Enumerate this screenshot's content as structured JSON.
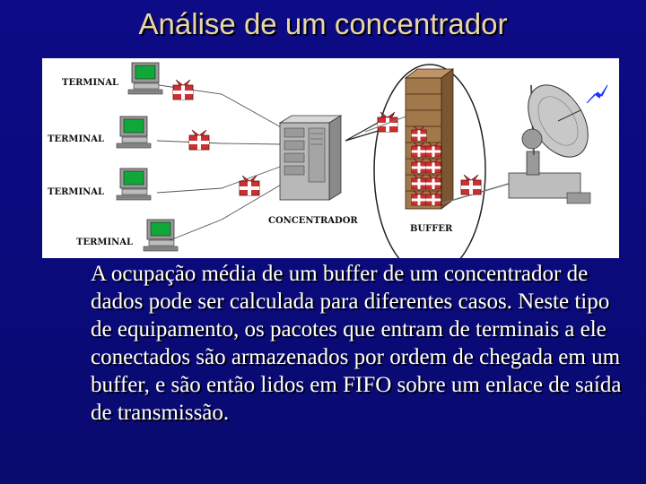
{
  "slide": {
    "title": "Análise de um concentrador",
    "body": "A ocupação média de um buffer de um concentrador de dados pode ser calculada para diferentes casos. Neste tipo de equipamento, os pacotes que entram de terminais a ele conectados são armazenados por ordem de chegada em um buffer, e são então lidos em FIFO sobre um enlace de saída de transmissão."
  },
  "diagram": {
    "terminal_labels": [
      "TERMINAL",
      "TERMINAL",
      "TERMINAL",
      "TERMINAL"
    ],
    "concentrator_label": "CONCENTRADOR",
    "buffer_label": "BUFFER",
    "colors": {
      "monitor_screen": "#10a838",
      "packet": "#cc3030",
      "ribbon": "#ffffff",
      "lightning": "#1a33ff",
      "cabinet": "#b8b8b8",
      "shelf": "#a0784a"
    }
  }
}
